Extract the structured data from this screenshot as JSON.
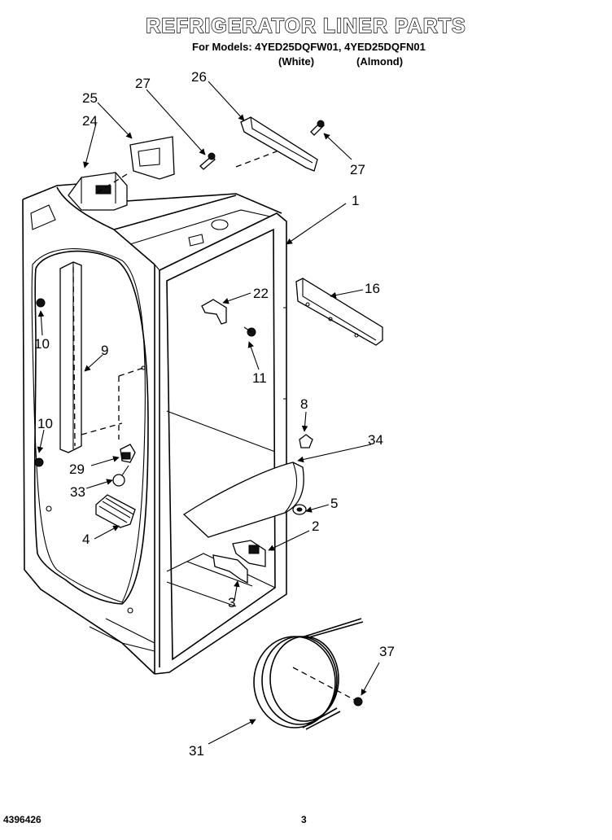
{
  "title": "REFRIGERATOR LINER PARTS",
  "models_line": "For Models: 4YED25DQFW01, 4YED25DQFN01",
  "variants": {
    "white": "(White)",
    "almond": "(Almond)"
  },
  "footer": {
    "doc_number": "4396426",
    "page_number": "3"
  },
  "callouts": {
    "c1": "1",
    "c2": "2",
    "c3": "3",
    "c4": "4",
    "c5": "5",
    "c8": "8",
    "c9": "9",
    "c10a": "10",
    "c10b": "10",
    "c11": "11",
    "c16": "16",
    "c22": "22",
    "c24": "24",
    "c25": "25",
    "c26": "26",
    "c27a": "27",
    "c27b": "27",
    "c29": "29",
    "c31": "31",
    "c33": "33",
    "c34": "34",
    "c37": "37"
  }
}
